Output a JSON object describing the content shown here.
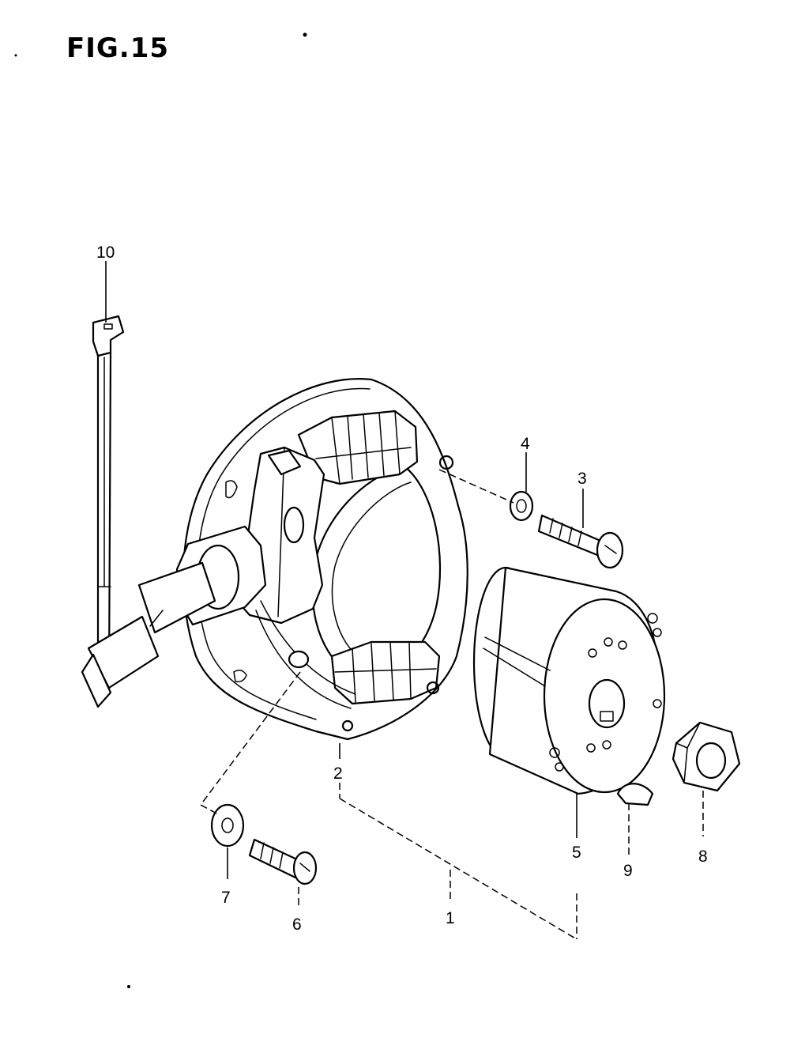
{
  "figure": {
    "title": "FIG.15"
  },
  "callouts": {
    "c1": "1",
    "c2": "2",
    "c3": "3",
    "c4": "4",
    "c5": "5",
    "c6": "6",
    "c7": "7",
    "c8": "8",
    "c9": "9",
    "c10": "10"
  }
}
